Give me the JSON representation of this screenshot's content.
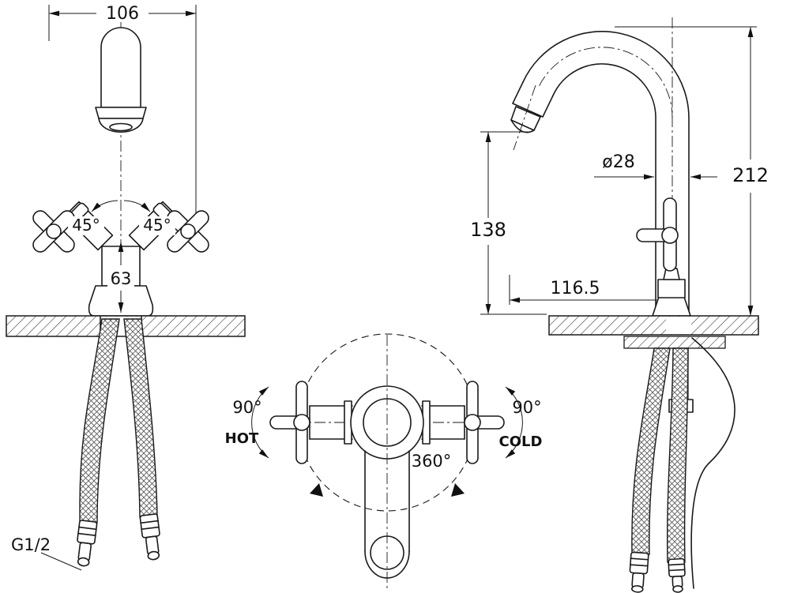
{
  "drawing": {
    "front_view": {
      "dim_top_width": "106",
      "angle_left": "45°",
      "angle_right": "45°",
      "dim_base_height": "63",
      "thread_size": "G1/2"
    },
    "top_view": {
      "handle_left_angle": "90°",
      "handle_right_angle": "90°",
      "hot_label": "HOT",
      "cold_label": "COLD",
      "swivel_angle": "360°"
    },
    "side_view": {
      "spout_diameter": "ø28",
      "total_height": "212",
      "spout_outlet_height": "138",
      "spout_reach": "116.5"
    }
  },
  "colors": {
    "line": "#1a1a1a",
    "background": "#ffffff"
  }
}
